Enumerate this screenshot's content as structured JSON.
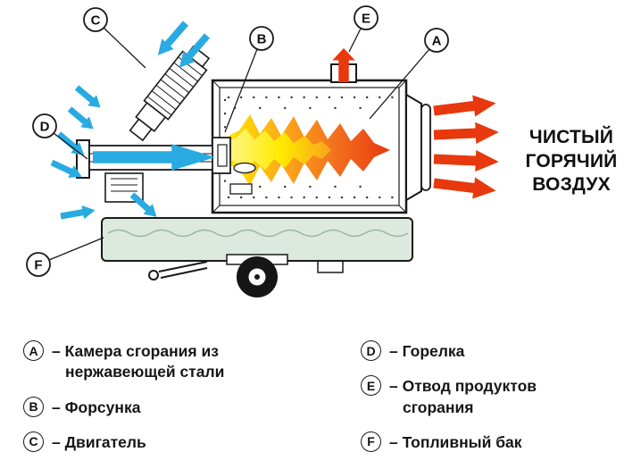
{
  "diagram": {
    "callouts": {
      "a": "A",
      "b": "B",
      "c": "C",
      "d": "D",
      "e": "E",
      "f": "F"
    },
    "clean_air_lines": [
      "ЧИСТЫЙ",
      "ГОРЯЧИЙ",
      "ВОЗДУХ"
    ]
  },
  "legend": {
    "left": [
      {
        "key": "A",
        "line1": "– Камера сгорания из",
        "line2": "нержавеющей стали"
      },
      {
        "key": "B",
        "line1": "– Форсунка",
        "line2": ""
      },
      {
        "key": "C",
        "line1": "– Двигатель",
        "line2": ""
      }
    ],
    "right": [
      {
        "key": "D",
        "line1": "– Горелка",
        "line2": ""
      },
      {
        "key": "E",
        "line1": "– Отвод продуктов",
        "line2": "сгорания"
      },
      {
        "key": "F",
        "line1": "– Топливный бак",
        "line2": ""
      }
    ]
  },
  "colors": {
    "cold_air": "#29ABE2",
    "hot_air": "#E8380D",
    "tank": "#DCE9DF"
  }
}
